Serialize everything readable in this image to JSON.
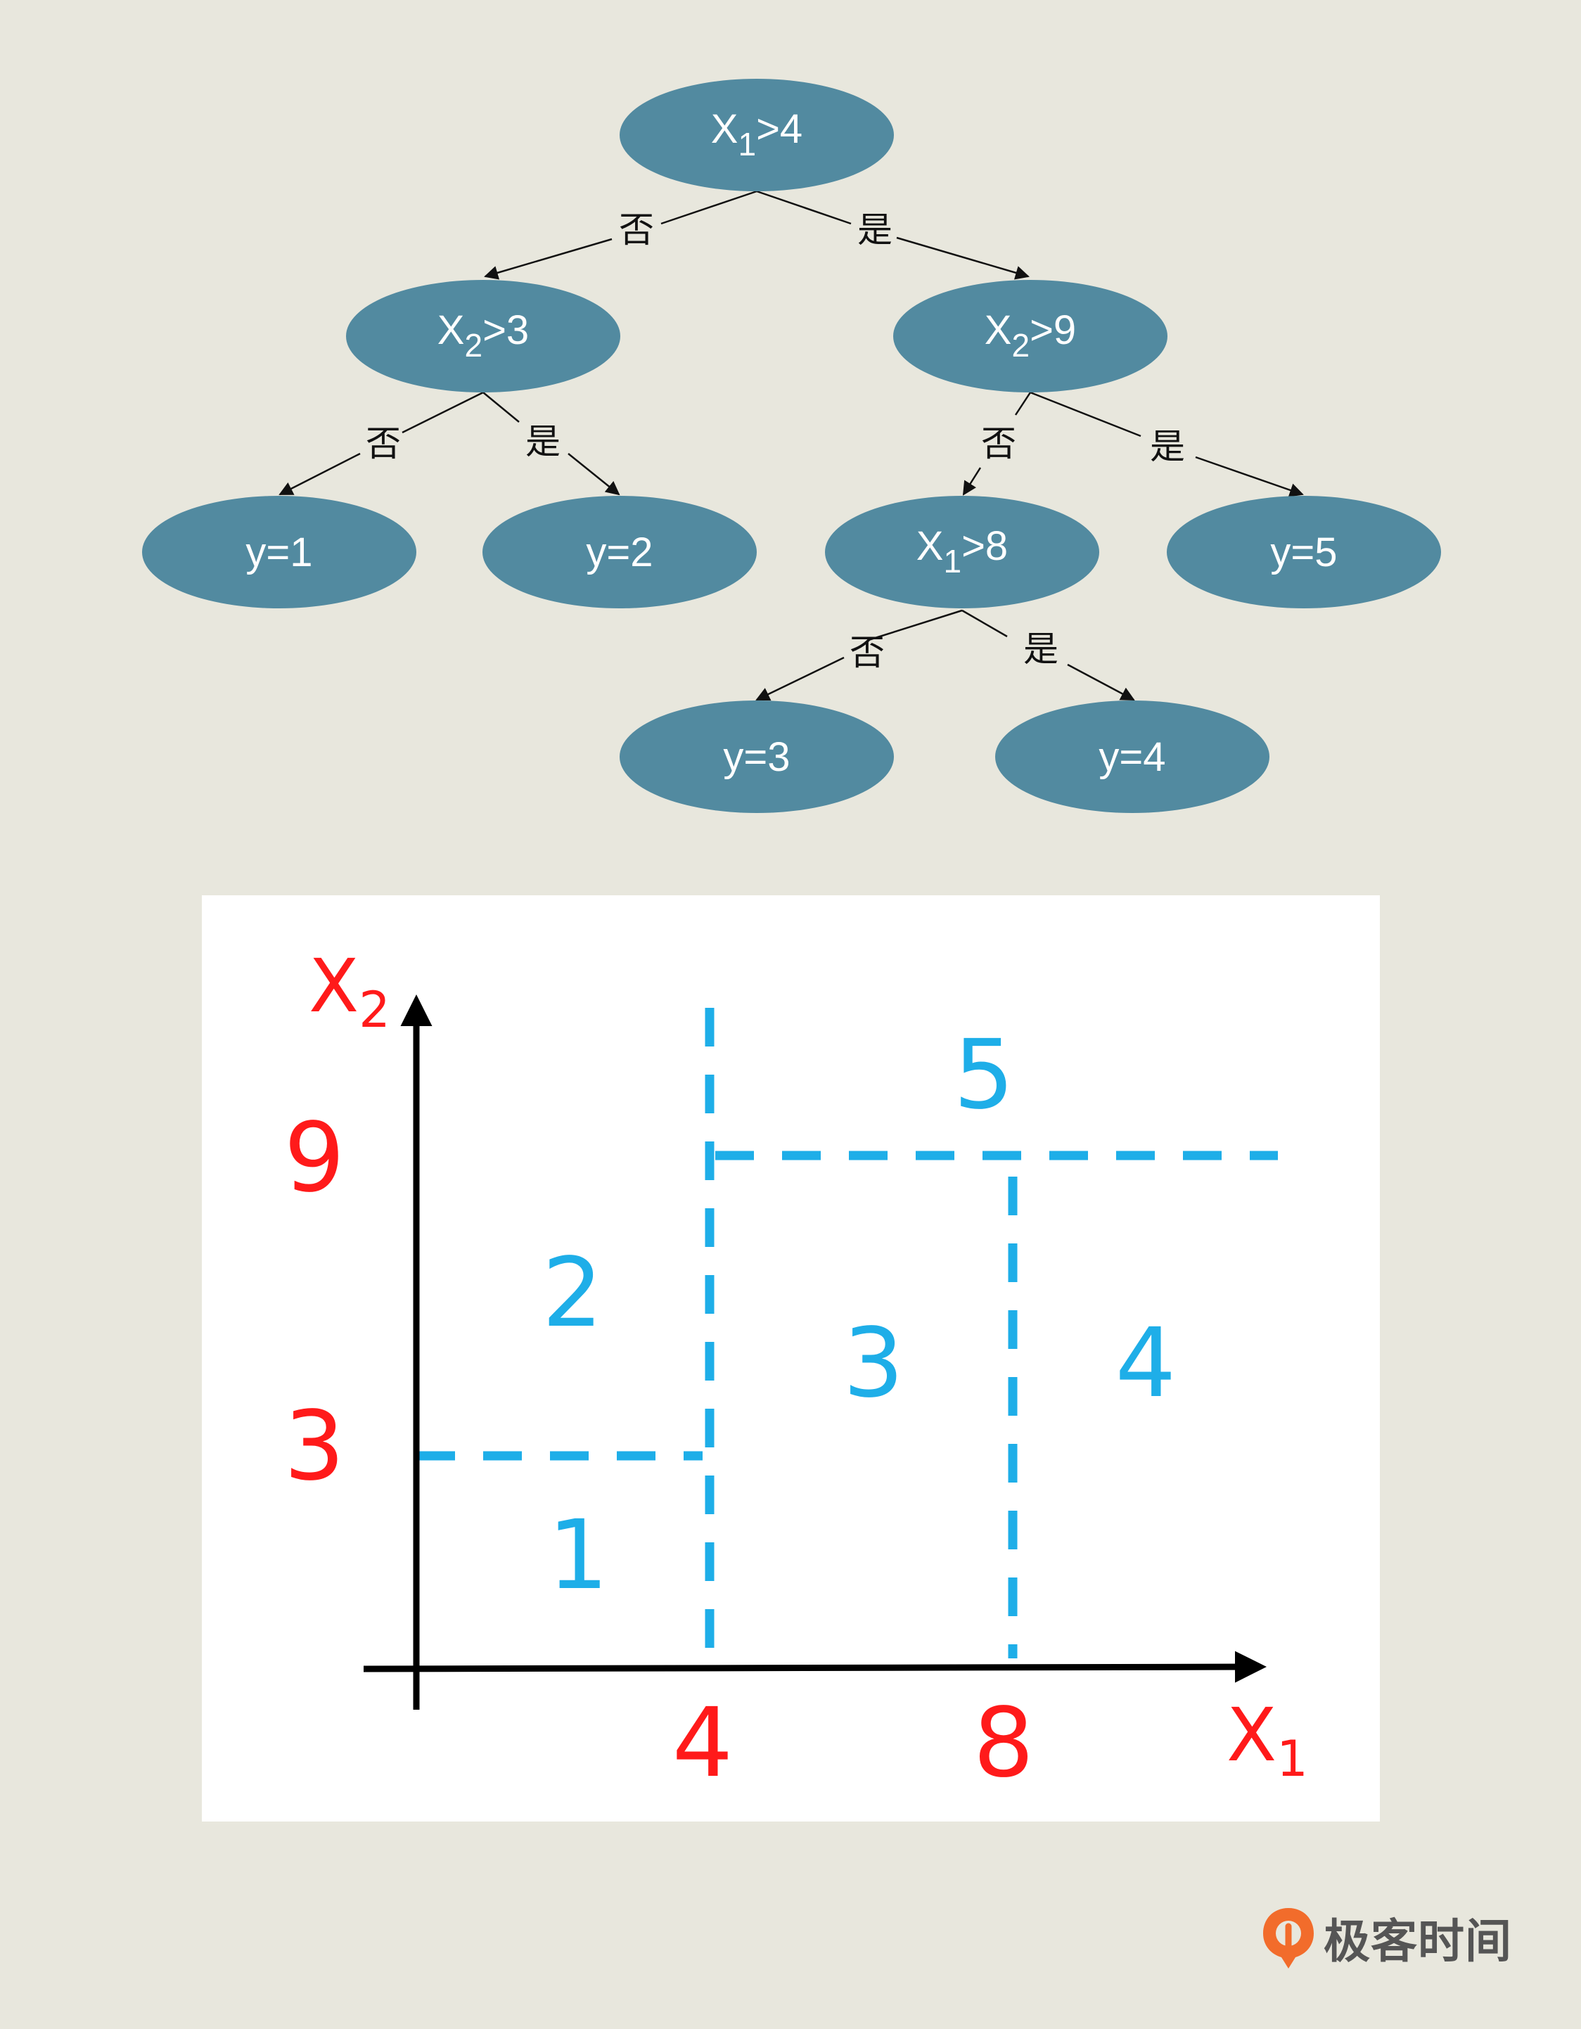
{
  "tree": {
    "nodes": [
      {
        "id": "root",
        "main": "X",
        "sub": "1",
        "tail": ">4"
      },
      {
        "id": "n-left",
        "main": "X",
        "sub": "2",
        "tail": ">3"
      },
      {
        "id": "n-right",
        "main": "X",
        "sub": "2",
        "tail": ">9"
      },
      {
        "id": "leaf-1",
        "main": "y=1",
        "sub": "",
        "tail": ""
      },
      {
        "id": "leaf-2",
        "main": "y=2",
        "sub": "",
        "tail": ""
      },
      {
        "id": "n-mid",
        "main": "X",
        "sub": "1",
        "tail": ">8"
      },
      {
        "id": "leaf-5",
        "main": "y=5",
        "sub": "",
        "tail": ""
      },
      {
        "id": "leaf-3",
        "main": "y=3",
        "sub": "",
        "tail": ""
      },
      {
        "id": "leaf-4",
        "main": "y=4",
        "sub": "",
        "tail": ""
      }
    ],
    "edges": [
      {
        "from": "root",
        "to": "n-left",
        "label": "否"
      },
      {
        "from": "root",
        "to": "n-right",
        "label": "是"
      },
      {
        "from": "n-left",
        "to": "leaf-1",
        "label": "否"
      },
      {
        "from": "n-left",
        "to": "leaf-2",
        "label": "是"
      },
      {
        "from": "n-right",
        "to": "n-mid",
        "label": "否"
      },
      {
        "from": "n-right",
        "to": "leaf-5",
        "label": "是"
      },
      {
        "from": "n-mid",
        "to": "leaf-3",
        "label": "否"
      },
      {
        "from": "n-mid",
        "to": "leaf-4",
        "label": "是"
      }
    ],
    "node_color": "#528aa0",
    "text_color": "#ffffff"
  },
  "partition": {
    "x_axis": {
      "name": "X",
      "sub": "1"
    },
    "y_axis": {
      "name": "X",
      "sub": "2"
    },
    "x_ticks": [
      "4",
      "8"
    ],
    "y_ticks": [
      "9",
      "3"
    ],
    "regions": [
      "5",
      "2",
      "3",
      "4",
      "1"
    ],
    "axis_label_color": "#ff1a1a",
    "region_color": "#1eaee8"
  },
  "brand": {
    "name": "极客时间",
    "logo_color": "#f26c2b"
  }
}
